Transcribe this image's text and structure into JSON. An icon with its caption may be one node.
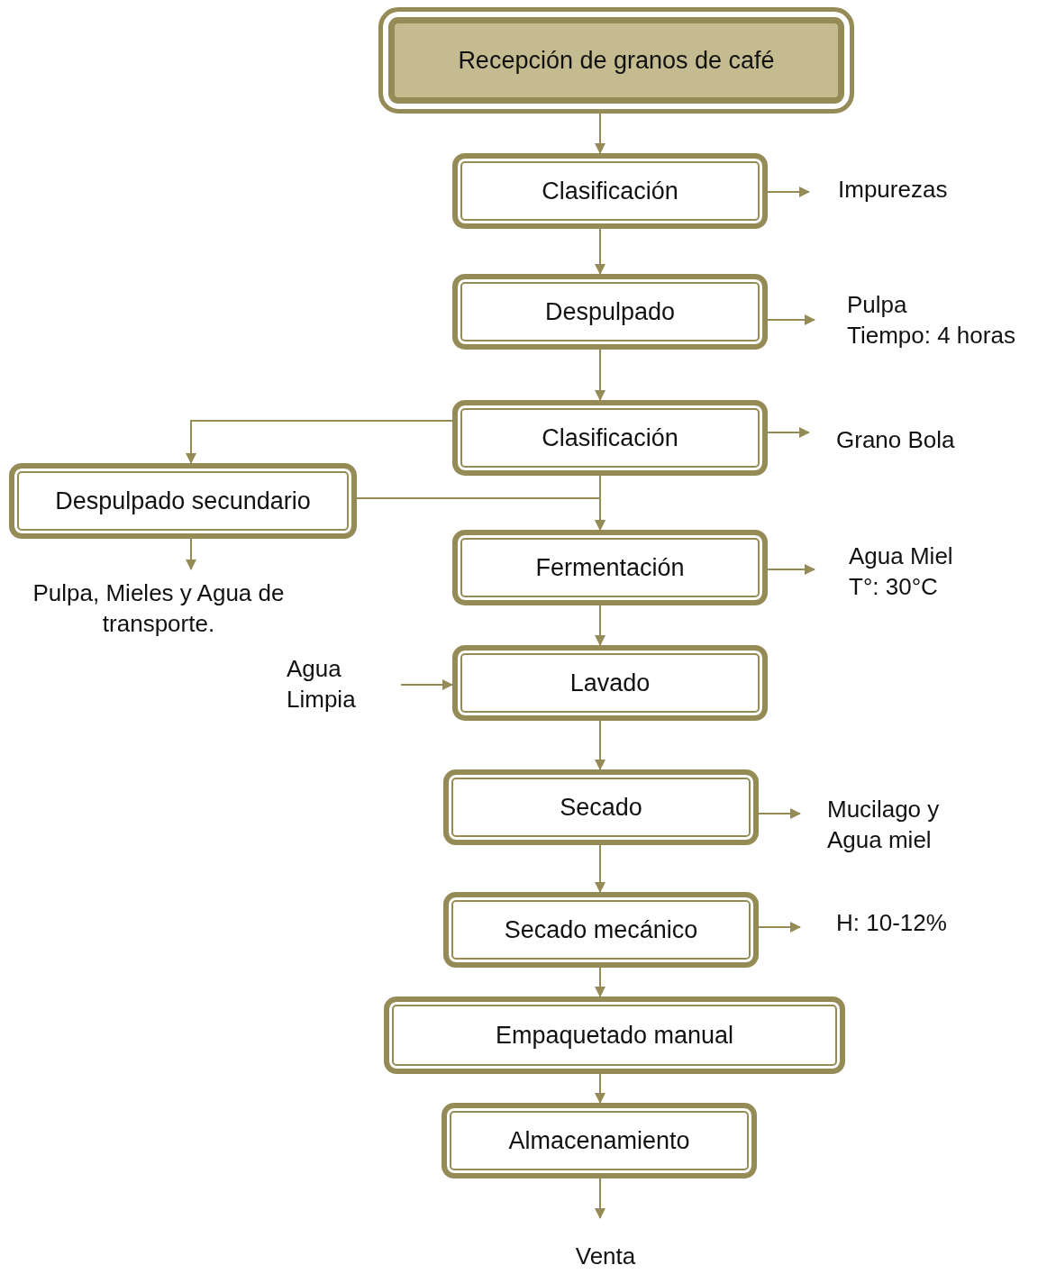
{
  "diagram": {
    "nodes": [
      {
        "text": [
          "Recepción de granos de café"
        ]
      },
      {
        "text": [
          "Clasificación"
        ]
      },
      {
        "text": [
          "Impurezas"
        ]
      },
      {
        "text": [
          "Despulpado"
        ]
      },
      {
        "text": [
          "Pulpa",
          "Tiempo: 4 horas"
        ]
      },
      {
        "text": [
          "Clasificación"
        ]
      },
      {
        "text": [
          "Grano Bola"
        ]
      },
      {
        "text": [
          "Despulpado secundario"
        ]
      },
      {
        "text": [
          "Pulpa, Mieles y Agua de transporte."
        ]
      },
      {
        "text": [
          "Fermentación"
        ]
      },
      {
        "text": [
          "Agua Miel",
          "T°: 30°C"
        ]
      },
      {
        "text": [
          "Agua Limpia"
        ]
      },
      {
        "text": [
          "Lavado"
        ]
      },
      {
        "text": [
          "Secado"
        ]
      },
      {
        "text": [
          "Mucilago y Agua miel"
        ]
      },
      {
        "text": [
          "Secado mecánico"
        ]
      },
      {
        "text": [
          "H: 10-12%"
        ]
      },
      {
        "text": [
          "Empaquetado manual"
        ]
      },
      {
        "text": [
          "Almacenamiento"
        ]
      },
      {
        "text": [
          "Venta"
        ]
      }
    ],
    "edges": [
      {
        "from": 0,
        "to": 1,
        "arrow": "to"
      },
      {
        "from": 1,
        "to": 2,
        "arrow": "to"
      },
      {
        "from": 1,
        "to": 3,
        "arrow": "to"
      },
      {
        "from": 3,
        "to": 4,
        "arrow": "to"
      },
      {
        "from": 3,
        "to": 5,
        "arrow": "to"
      },
      {
        "from": 5,
        "to": 6,
        "arrow": "to"
      },
      {
        "from": 5,
        "to": 7,
        "arrow": "to"
      },
      {
        "from": 5,
        "to": 9,
        "arrow": "to"
      },
      {
        "from": 7,
        "to": 9,
        "arrow": "to"
      },
      {
        "from": 7,
        "to": 8,
        "arrow": "to"
      },
      {
        "from": 9,
        "to": 10,
        "arrow": "to"
      },
      {
        "from": 9,
        "to": 12,
        "arrow": "to"
      },
      {
        "from": 11,
        "to": 12,
        "arrow": "to"
      },
      {
        "from": 12,
        "to": 13,
        "arrow": "to"
      },
      {
        "from": 13,
        "to": 14,
        "arrow": "to"
      },
      {
        "from": 13,
        "to": 15,
        "arrow": "to"
      },
      {
        "from": 15,
        "to": 16,
        "arrow": "to"
      },
      {
        "from": 15,
        "to": 17,
        "arrow": "to"
      },
      {
        "from": 17,
        "to": 18,
        "arrow": "to"
      },
      {
        "from": 18,
        "to": 19,
        "arrow": "to"
      }
    ]
  }
}
